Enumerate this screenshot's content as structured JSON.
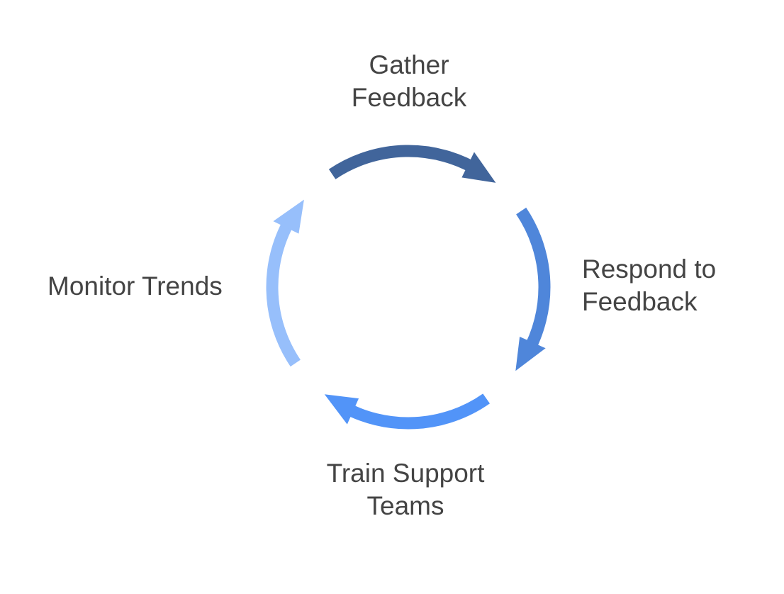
{
  "diagram": {
    "type": "cycle",
    "steps": [
      {
        "id": "gather",
        "label": "Gather\nFeedback",
        "color": "#41659B"
      },
      {
        "id": "respond",
        "label": "Respond to\nFeedback",
        "color": "#4F86DA"
      },
      {
        "id": "train",
        "label": "Train Support\nTeams",
        "color": "#5294F8"
      },
      {
        "id": "monitor",
        "label": "Monitor Trends",
        "color": "#97BFFB"
      }
    ],
    "text_color": "#444444"
  }
}
